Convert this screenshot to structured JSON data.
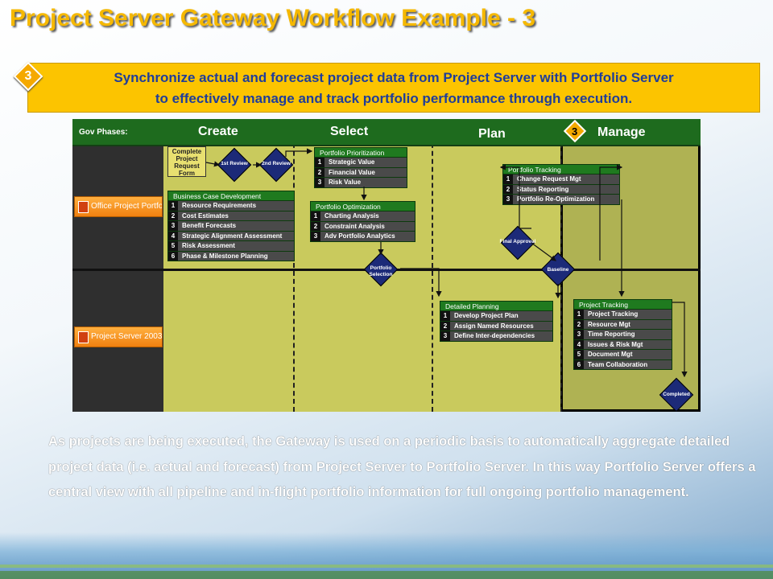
{
  "title": "Project Server Gateway Workflow Example - 3",
  "banner": {
    "badge": "3",
    "line1": "Synchronize actual and forecast project data from Project Server with Portfolio Server",
    "line2": "to effectively manage and track portfolio performance through execution."
  },
  "diagram": {
    "gov_label": "Gov Phases:",
    "phases": [
      "Create",
      "Select",
      "Plan",
      "Manage"
    ],
    "manage_badge": "3",
    "logos": {
      "portfolio": "Office Project Portfolio Server",
      "project": "Project Server 2003"
    },
    "request_form": "Complete Project Request Form",
    "reviews": [
      "1st Review",
      "2nd Review"
    ],
    "business_case": {
      "title": "Business Case Development",
      "items": [
        "Resource Requirements",
        "Cost Estimates",
        "Benefit Forecasts",
        "Strategic Alignment Assessment",
        "Risk Assessment",
        "Phase & Milestone Planning"
      ]
    },
    "portfolio_prioritization": {
      "title": "Portfolio Prioritization",
      "items": [
        "Strategic Value",
        "Financial Value",
        "Risk Value"
      ]
    },
    "portfolio_optimization": {
      "title": "Portfolio Optimization",
      "items": [
        "Charting Analysis",
        "Constraint Analysis",
        "Adv Portfolio Analytics"
      ]
    },
    "portfolio_selection": "Portfolio Selection",
    "portfolio_tracking": {
      "title": "Portfolio Tracking",
      "items": [
        "Change Request Mgt",
        "Status Reporting",
        "Portfolio Re-Optimization"
      ]
    },
    "final_approval": "Final Approval",
    "baseline": "Baseline",
    "detailed_planning": {
      "title": "Detailed Planning",
      "items": [
        "Develop Project Plan",
        "Assign Named Resources",
        "Define Inter-dependencies"
      ]
    },
    "project_tracking": {
      "title": "Project Tracking",
      "items": [
        "Project Tracking",
        "Resource Mgt",
        "Time Reporting",
        "Issues & Risk Mgt",
        "Document Mgt",
        "Team Collaboration"
      ]
    },
    "completed": "Completed"
  },
  "body_text": "As projects are being executed, the Gateway is used on a periodic basis to automatically aggregate detailed project data (i.e. actual and forecast) from Project Server to Portfolio Server. In this way Portfolio Server offers a central view with all pipeline and in-flight portfolio information for full ongoing portfolio management."
}
